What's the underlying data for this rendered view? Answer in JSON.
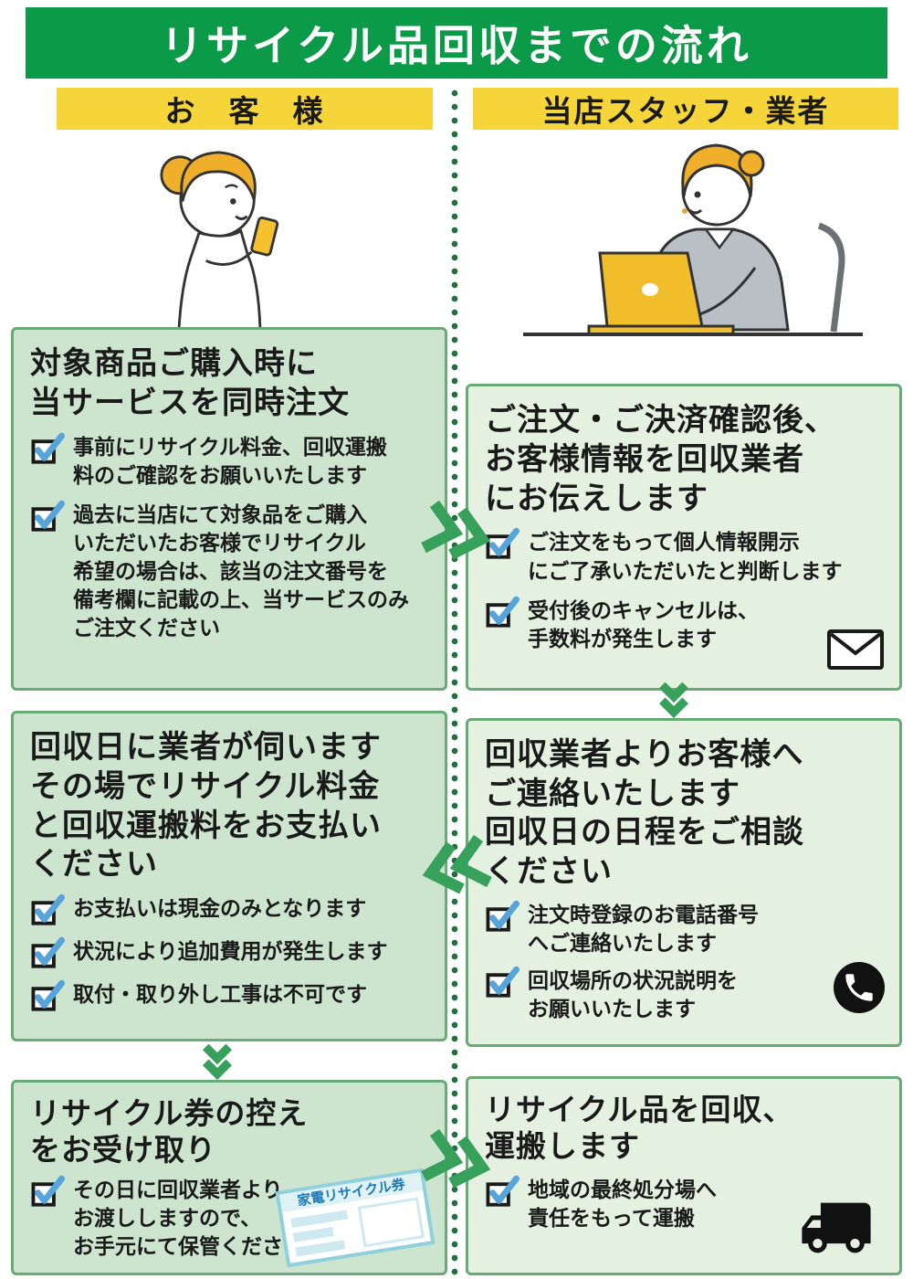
{
  "header": {
    "title": "リサイクル品回収までの流れ"
  },
  "columns": {
    "customer_label": "お　客　様",
    "staff_label": "当店スタッフ・業者"
  },
  "steps": {
    "order": {
      "title": "対象商品ご購入時に\n当サービスを同時注文",
      "items": [
        "事前にリサイクル料金、回収運搬\n料のご確認をお願いいたします",
        "過去に当店にて対象品をご購入\nいただいたお客様でリサイクル\n希望の場合は、該当の注文番号を\n備考欄に記載の上、当サービスのみ\nご注文ください"
      ]
    },
    "notify": {
      "title": "ご注文・ご決済確認後、\nお客様情報を回収業者\nにお伝えします",
      "items": [
        "ご注文をもって個人情報開示\nにご了承いただいたと判断します",
        "受付後のキャンセルは、\n手数料が発生します"
      ],
      "icon": "envelope-icon"
    },
    "payment": {
      "title": "回収日に業者が伺います\nその場でリサイクル料金\nと回収運搬料をお支払い\nください",
      "items": [
        "お支払いは現金のみとなります",
        "状況により追加費用が発生します",
        "取付・取り外し工事は不可です"
      ]
    },
    "contact": {
      "title": "回収業者よりお客様へ\nご連絡いたします\n回収日の日程をご相談\nください",
      "items": [
        "注文時登録のお電話番号\nへご連絡いたします",
        "回収場所の状況説明を\nお願いいたします"
      ],
      "icon": "phone-icon"
    },
    "ticket": {
      "title": "リサイクル券の控え\nをお受け取り",
      "items": [
        "その日に回収業者より\nお渡ししますので、\nお手元にて保管ください"
      ],
      "ticket_label": "家電リサイクル券"
    },
    "pickup": {
      "title": "リサイクル品を回収、\n運搬します",
      "items": [
        "地域の最終処分場へ\n責任をもって運搬"
      ],
      "icon": "truck-icon"
    }
  },
  "icons": {
    "checkbox": "checked-checkbox-icon",
    "envelope": "envelope-icon",
    "phone": "phone-icon",
    "truck": "truck-icon",
    "flow_arrow": "flow-arrow-icon"
  },
  "colors": {
    "header_green": "#0b9a47",
    "banner_yellow": "#f6d53a",
    "left_box_green": "#cde4cf",
    "right_box_green": "#e4f1e0",
    "box_border_green": "#69aa77",
    "check_blue": "#56a4d9",
    "arrow_green": "#37a05a",
    "hair_yellow": "#f0af2a",
    "laptop_yellow": "#f2bd2a"
  }
}
